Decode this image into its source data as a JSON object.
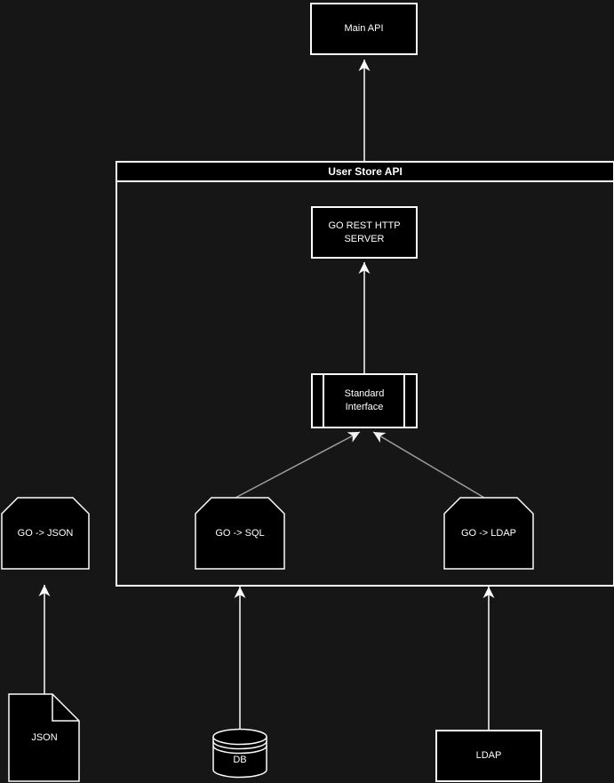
{
  "diagram": {
    "container": {
      "title": "User Store API"
    },
    "nodes": {
      "main_api": {
        "label": "Main API"
      },
      "go_rest": {
        "label": "GO REST HTTP SERVER"
      },
      "standard_interface": {
        "label": "Standard Interface"
      },
      "go_json": {
        "label": "GO -> JSON"
      },
      "go_sql": {
        "label": "GO -> SQL"
      },
      "go_ldap": {
        "label": "GO -> LDAP"
      },
      "json_doc": {
        "label": "JSON"
      },
      "db": {
        "label": "DB"
      },
      "ldap": {
        "label": "LDAP"
      }
    },
    "edges": [
      {
        "from": "user_store_api",
        "to": "main_api",
        "style": "white-arrow"
      },
      {
        "from": "standard_interface",
        "to": "go_rest",
        "style": "white-arrow"
      },
      {
        "from": "go_sql",
        "to": "standard_interface",
        "style": "gray-arrow"
      },
      {
        "from": "go_ldap",
        "to": "standard_interface",
        "style": "gray-arrow"
      },
      {
        "from": "json_doc",
        "to": "go_json",
        "style": "white-arrow"
      },
      {
        "from": "db",
        "to": "go_sql",
        "style": "white-arrow"
      },
      {
        "from": "ldap",
        "to": "go_ldap",
        "style": "white-arrow"
      }
    ],
    "colors": {
      "background": "#161616",
      "node_fill": "#000000",
      "stroke": "#fcfcfc",
      "muted_connector": "#9e9e9e"
    }
  }
}
